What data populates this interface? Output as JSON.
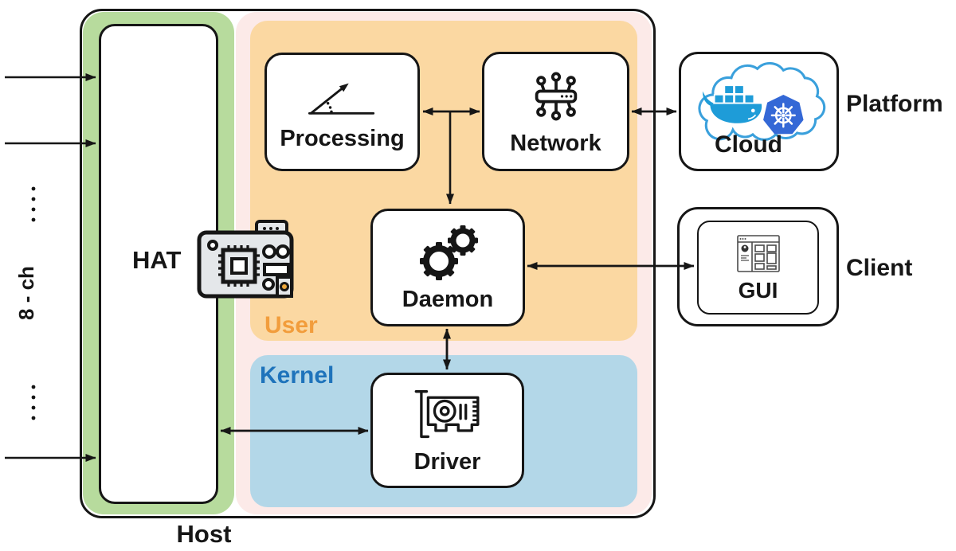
{
  "figure": {
    "type": "system-architecture-diagram",
    "host": {
      "label": "Host"
    },
    "hat": {
      "label": "HAT"
    },
    "input": {
      "channels": "8 - ch"
    },
    "regions": [
      {
        "id": "user",
        "label": "User"
      },
      {
        "id": "kernel",
        "label": "Kernel"
      }
    ],
    "nodes": [
      {
        "id": "processing",
        "label": "Processing",
        "icon": "angle-trend-icon"
      },
      {
        "id": "network",
        "label": "Network",
        "icon": "network-hub-icon"
      },
      {
        "id": "daemon",
        "label": "Daemon",
        "icon": "gears-icon"
      },
      {
        "id": "driver",
        "label": "Driver",
        "icon": "gpu-card-icon"
      },
      {
        "id": "cloud",
        "label": "Cloud",
        "icon": "docker-kubernetes-cloud-icon"
      },
      {
        "id": "gui",
        "label": "GUI",
        "icon": "app-window-icon"
      }
    ],
    "external_labels": [
      {
        "id": "platform",
        "label": "Platform"
      },
      {
        "id": "client",
        "label": "Client"
      }
    ],
    "edges": [
      {
        "from": "analog-inputs",
        "to": "hat",
        "arrows": "to",
        "count": 3
      },
      {
        "from": "processing",
        "to": "network",
        "arrows": "both"
      },
      {
        "from": "processing-network-link",
        "to": "daemon",
        "arrows": "to"
      },
      {
        "from": "daemon",
        "to": "driver",
        "arrows": "both"
      },
      {
        "from": "daemon",
        "to": "gui",
        "arrows": "both"
      },
      {
        "from": "network",
        "to": "cloud",
        "arrows": "both"
      },
      {
        "from": "hat",
        "to": "driver",
        "arrows": "both"
      }
    ],
    "colors": {
      "hat-strip": "#b7db9d",
      "host-inner": "#fceae8",
      "user-region": "#fbd8a2",
      "kernel-region": "#b3d7e8",
      "user-label": "#f29d3c",
      "kernel-label": "#1e73bb",
      "outline": "#161616",
      "docker-blue": "#1e9cd8",
      "kubernetes-blue": "#3468d6",
      "cloud-outline": "#3aa0dc",
      "board-fill": "#e4e7ea",
      "board-dot": "#eda83d"
    }
  }
}
